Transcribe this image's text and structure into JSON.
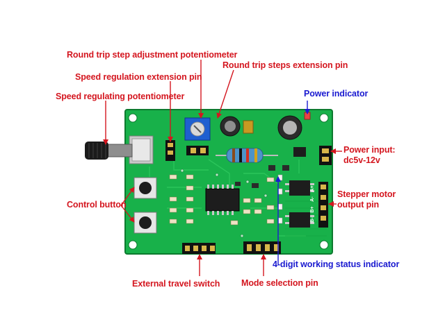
{
  "colors": {
    "label_red": "#d4161f",
    "label_blue": "#1a1ad0",
    "pcb_green": "#18b14a",
    "pcb_dark": "#0f8a36"
  },
  "labels": {
    "round_trip_step_adjustment_potentiometer": "Round trip step adjustment potentiometer",
    "round_trip_steps_extension_pin": "Round trip steps extension pin",
    "speed_regulation_extension_pin": "Speed regulation extension pin",
    "speed_regulating_potentiometer": "Speed regulating potentiometer",
    "power_indicator": "Power indicator",
    "power_input_line1": "Power input:",
    "power_input_line2": "dc5v-12v",
    "stepper_motor_line1": "Stepper motor",
    "stepper_motor_line2": "output pin",
    "control_button": "Control button",
    "four_digit_indicator": "4-digit working status indicator",
    "external_travel_switch": "External travel switch",
    "mode_selection_pin": "Mode selection pin"
  },
  "board": {
    "pin_labels": [
      "A+",
      "A-",
      "B+",
      "B-"
    ]
  }
}
